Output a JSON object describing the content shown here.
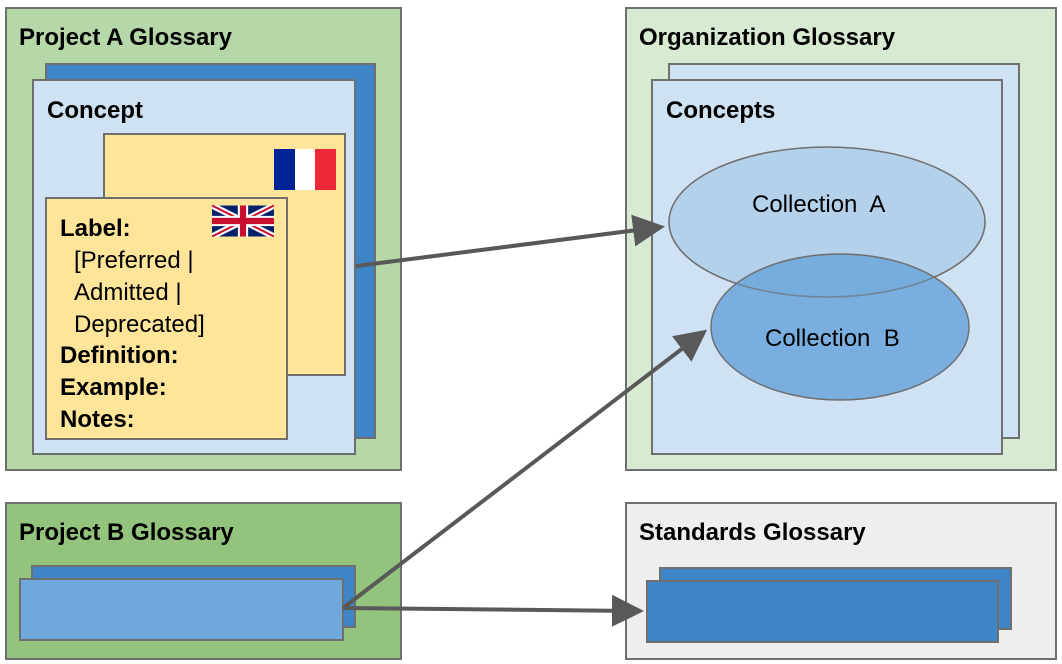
{
  "colors": {
    "project_a_bg": "#b6d7a8",
    "project_b_bg": "#93c47d",
    "org_bg": "#d9ead3",
    "standards_bg": "#eeeeee",
    "concept_light": "#cfe2f3",
    "concept_dark": "#3d85c6",
    "concept_mid": "#6fa8dc",
    "term_bg": "#ffe599",
    "collection_a": "#b4d1ec",
    "collection_b": "#6fa8dc",
    "border": "#6f6f6f",
    "arrow": "#595959"
  },
  "project_a": {
    "title": "Project A Glossary",
    "concept_title": "Concept",
    "flags": {
      "back": "france-flag",
      "front": "uk-flag"
    },
    "fields": {
      "label": "Label:",
      "label_values": [
        "[Preferred |",
        "Admitted |",
        "Deprecated]"
      ],
      "definition": "Definition:",
      "example": "Example:",
      "notes": "Notes:"
    }
  },
  "project_b": {
    "title": "Project B Glossary"
  },
  "organization": {
    "title": "Organization Glossary",
    "concepts_title": "Concepts",
    "collections": [
      {
        "label": "Collection  A"
      },
      {
        "label": "Collection  B"
      }
    ]
  },
  "standards": {
    "title": "Standards Glossary"
  },
  "arrows": [
    {
      "from": "project-a-concept",
      "to": "collection-a"
    },
    {
      "from": "project-b-concept",
      "to": "collection-b"
    },
    {
      "from": "project-b-concept",
      "to": "standards-glossary"
    }
  ]
}
